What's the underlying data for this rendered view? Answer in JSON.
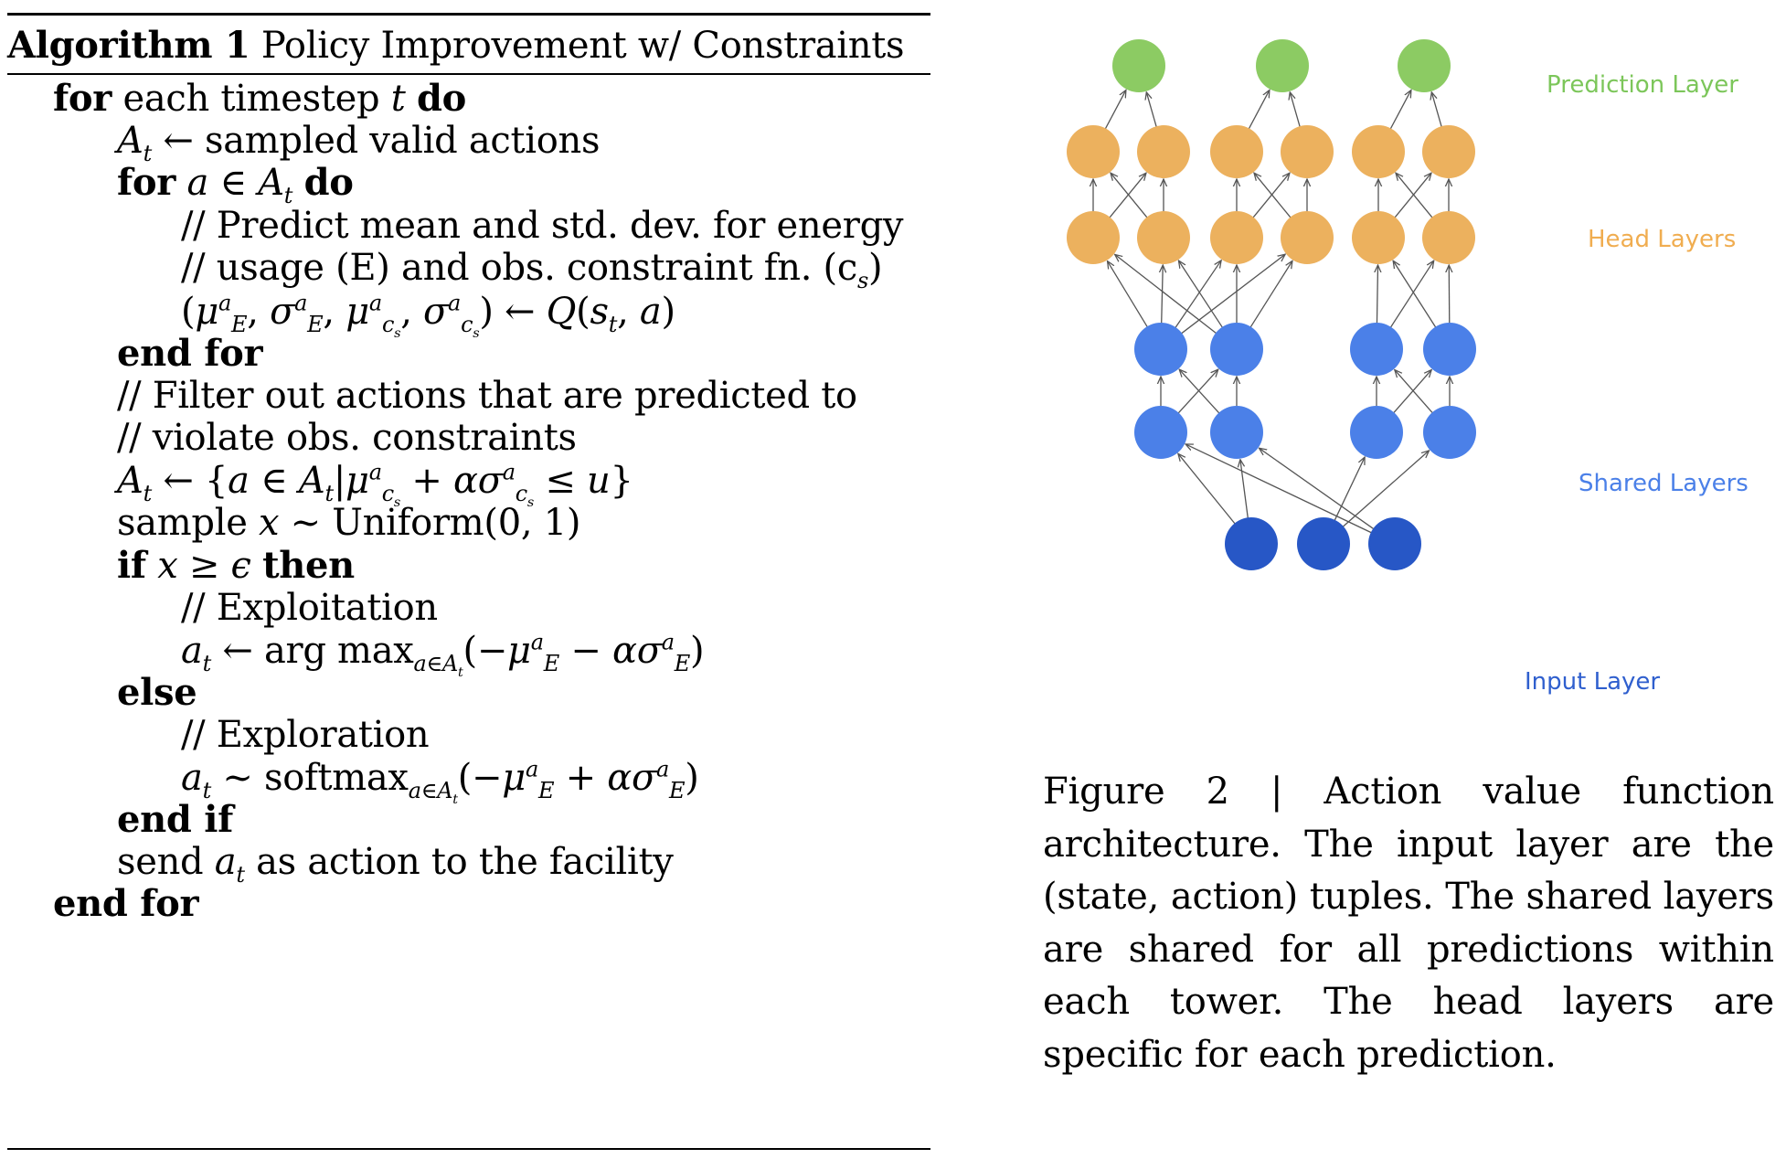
{
  "algorithm": {
    "title_label": "Algorithm 1",
    "title_text": "Policy Improvement w/ Constraints",
    "kw": {
      "for": "for",
      "do": "do",
      "end_for": "end for",
      "if": "if",
      "then": "then",
      "else": "else",
      "end_if": "end if"
    },
    "lines": {
      "l1_text": " each timestep ",
      "l1_var": "t",
      "l2_text": " ← sampled valid actions",
      "comment1": "// Predict mean and std. dev. for energy",
      "comment2": "// usage (E) and obs. constraint fn. (c",
      "comment3": "// Filter out actions that are predicted to",
      "comment4": "// violate obs. constraints",
      "sample_text": "sample ",
      "sample_rest": " ~ Uniform(0, 1)",
      "comment5": "// Exploitation",
      "argmax": "arg max",
      "comment6": "// Exploration",
      "softmax": "softmax",
      "send_text": "send ",
      "send_rest": " as action to the facility"
    }
  },
  "figure": {
    "layers": {
      "prediction": "Prediction Layer",
      "head": "Head Layers",
      "shared": "Shared Layers",
      "input": "Input Layer"
    },
    "colors": {
      "prediction": "#8ccb63",
      "head": "#ecb15e",
      "shared": "#4b80e8",
      "input": "#2757c6",
      "edge": "#555555",
      "label_prediction": "#7cc65a",
      "label_head": "#f0ad50",
      "label_shared": "#4b80e8",
      "label_input": "#2f5fce"
    }
  },
  "caption": "Figure 2 | Action value function architecture. The input layer are the (state, action) tuples. The shared layers are shared for all predictions within each tower. The head layers are specific for each prediction."
}
